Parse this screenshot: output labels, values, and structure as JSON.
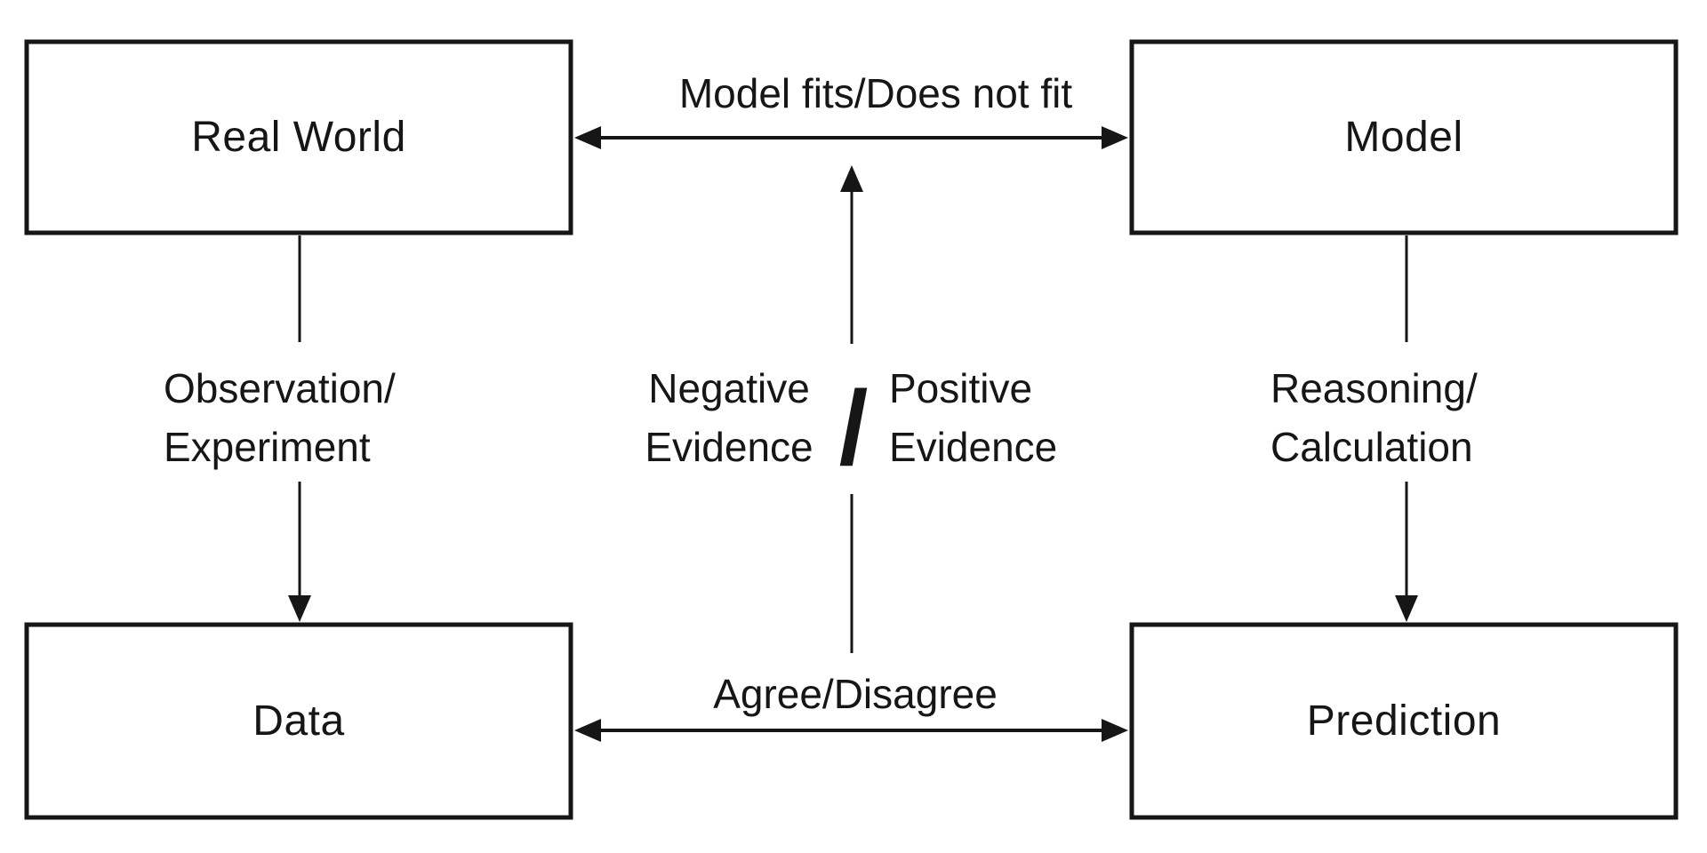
{
  "colors": {
    "background": "#ffffff",
    "ink": "#161616"
  },
  "boxes": {
    "real_world": {
      "label": "Real World"
    },
    "model": {
      "label": "Model"
    },
    "data": {
      "label": "Data"
    },
    "prediction": {
      "label": "Prediction"
    }
  },
  "connectors": {
    "top": {
      "label": "Model fits/Does not fit",
      "type": "double-arrow"
    },
    "bottom": {
      "label": "Agree/Disagree",
      "type": "double-arrow"
    },
    "left": {
      "line1": "Observation/",
      "line2": "Experiment",
      "type": "arrow-down"
    },
    "right": {
      "line1": "Reasoning/",
      "line2": "Calculation",
      "type": "arrow-down"
    },
    "center": {
      "negative_line1": "Negative",
      "negative_line2": "Evidence",
      "separator": "/",
      "positive_line1": "Positive",
      "positive_line2": "Evidence",
      "type": "arrow-up"
    }
  }
}
